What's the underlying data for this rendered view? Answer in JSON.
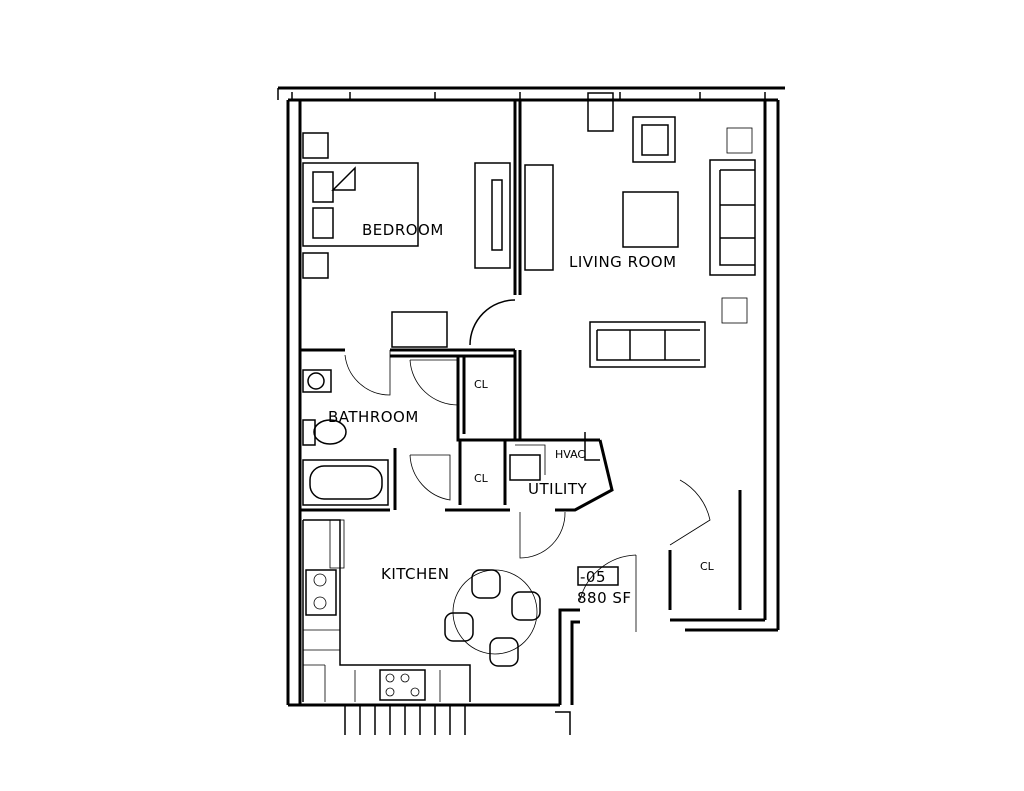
{
  "rooms": {
    "bedroom": "BEDROOM",
    "living_room": "LIVING ROOM",
    "bathroom": "BATHROOM",
    "closet_1": "CL",
    "closet_2": "CL",
    "closet_3": "CL",
    "hvac": "HVAC",
    "utility": "UTILITY",
    "kitchen": "KITCHEN"
  },
  "unit": {
    "number": "-05",
    "area": "880 SF"
  }
}
